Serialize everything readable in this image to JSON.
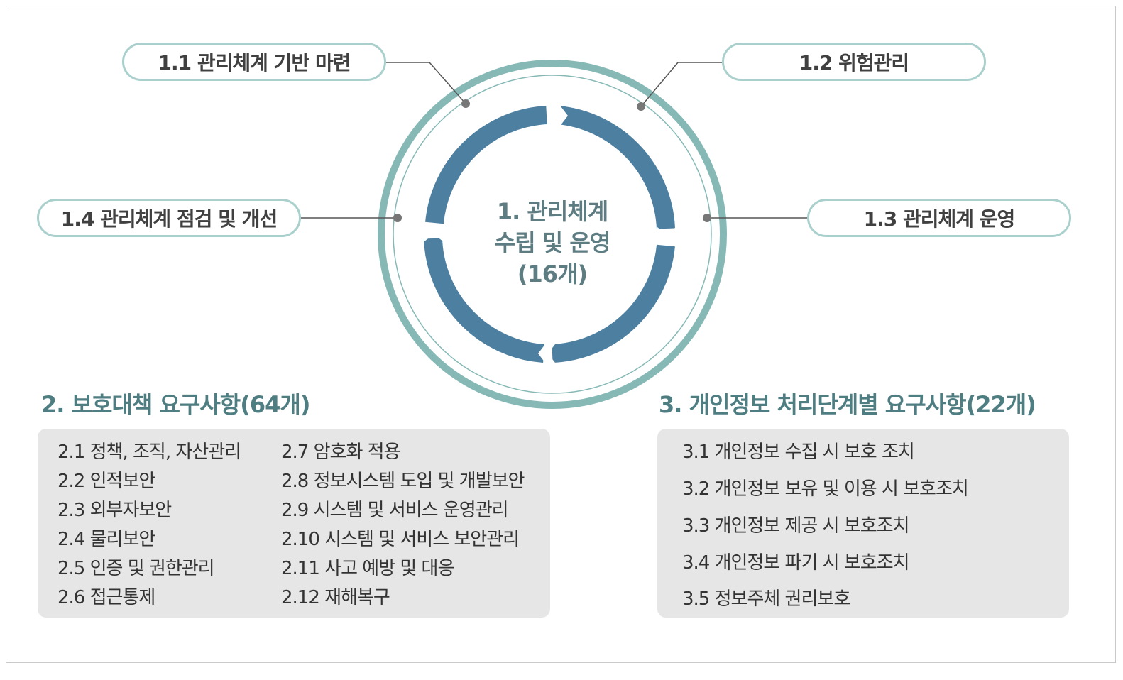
{
  "center": {
    "line1": "1. 관리체계",
    "line2": "수립 및 운영",
    "line3": "(16개)"
  },
  "subitems": {
    "s11": "1.1 관리체계 기반 마련",
    "s12": "1.2 위험관리",
    "s13": "1.3 관리체계 운영",
    "s14": "1.4 관리체계 점검 및 개선"
  },
  "section2": {
    "title": "2. 보호대책 요구사항(64개)",
    "col1": [
      "2.1 정책, 조직, 자산관리",
      "2.2 인적보안",
      "2.3 외부자보안",
      "2.4 물리보안",
      "2.5 인증 및 권한관리",
      "2.6 접근통제"
    ],
    "col2": [
      "2.7 암호화 적용",
      "2.8 정보시스템 도입 및 개발보안",
      "2.9 시스템 및 서비스 운영관리",
      "2.10 시스템 및 서비스 보안관리",
      "2.11 사고 예방 및 대응",
      "2.12 재해복구"
    ]
  },
  "section3": {
    "title": "3. 개인정보 처리단계별 요구사항(22개)",
    "items": [
      "3.1 개인정보 수집 시 보호 조치",
      "3.2 개인정보 보유 및 이용 시 보호조치",
      "3.3 개인정보 제공 시 보호조치",
      "3.4 개인정보 파기 시 보호조치",
      "3.5 정보주체 권리보호"
    ]
  },
  "colors": {
    "outer_ring": "#86b9b6",
    "inner_arrows": "#4d7fa0",
    "pill_border": "#a9d0cd",
    "section_title": "#4f7e82",
    "box_bg": "#e6e6e6"
  }
}
